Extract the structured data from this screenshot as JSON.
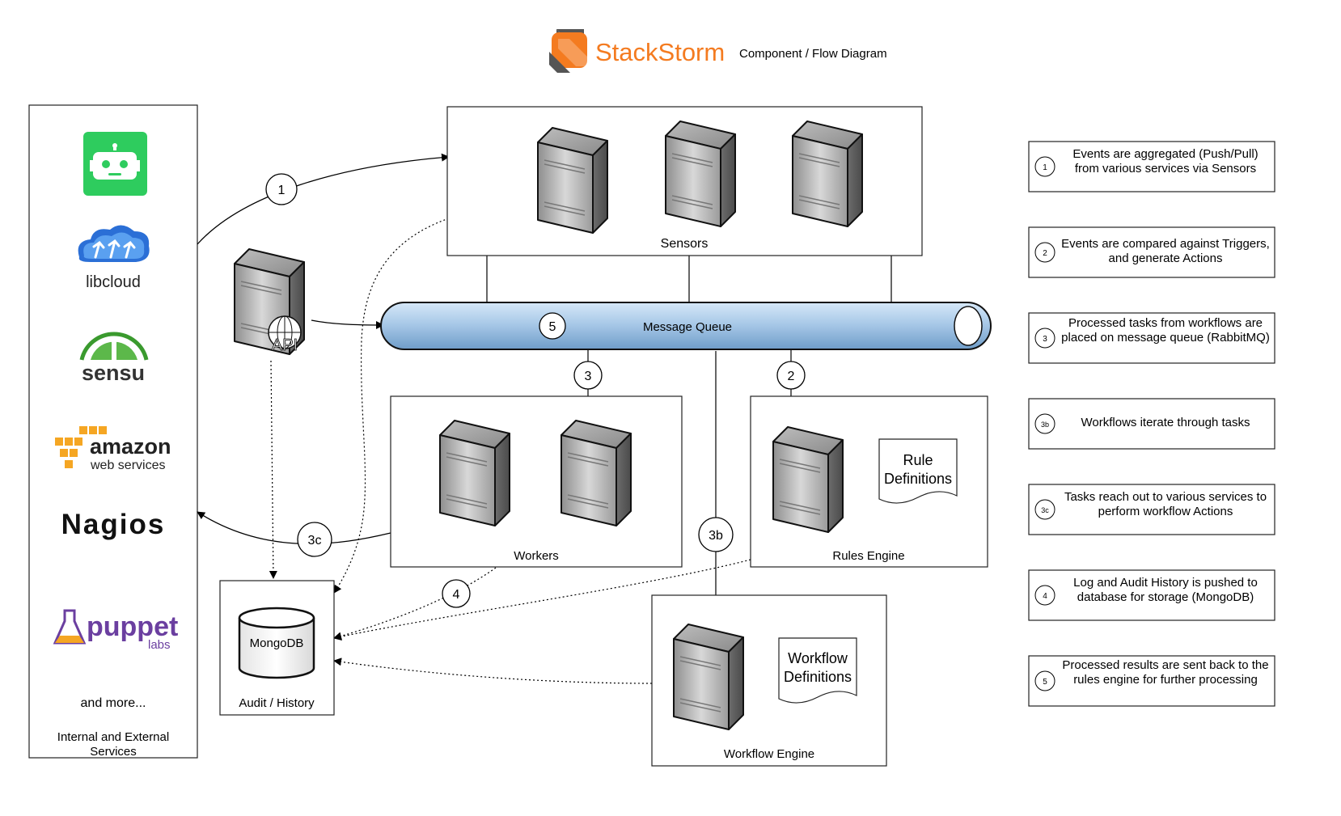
{
  "header": {
    "brand": "StackStorm",
    "subtitle": "Component / Flow Diagram",
    "brand_color": "#f47b20",
    "brand_dark": "#4a4a4a"
  },
  "services_panel": {
    "services": [
      {
        "name": "Bot",
        "icon": "robot-icon"
      },
      {
        "name": "libcloud",
        "icon": "libcloud-icon"
      },
      {
        "name": "sensu",
        "icon": "sensu-icon"
      },
      {
        "name": "amazon",
        "sub": "web services",
        "icon": "aws-icon"
      },
      {
        "name": "Nagios",
        "icon": "nagios-icon"
      },
      {
        "name": "puppet",
        "sub": "labs",
        "icon": "puppet-icon"
      }
    ],
    "more": "and more...",
    "caption": "Internal and External Services"
  },
  "components": {
    "sensors": "Sensors",
    "message_queue": "Message Queue",
    "workers": "Workers",
    "rules_engine": "Rules Engine",
    "rule_definitions": "Rule Definitions",
    "workflow_engine": "Workflow Engine",
    "workflow_definitions": "Workflow Definitions",
    "mongodb": "MongoDB",
    "audit_history": "Audit / History",
    "api": "API"
  },
  "flow_markers": {
    "m1": "1",
    "m2": "2",
    "m3": "3",
    "m3b": "3b",
    "m3c": "3c",
    "m4": "4",
    "m5": "5"
  },
  "legend": [
    {
      "step": "1",
      "text": "Events are aggregated (Push/Pull) from various services via Sensors"
    },
    {
      "step": "2",
      "text": "Events are compared against Triggers, and generate Actions"
    },
    {
      "step": "3",
      "text": "Processed tasks from workflows are placed on message queue (RabbitMQ)"
    },
    {
      "step": "3b",
      "text": "Workflows iterate through tasks"
    },
    {
      "step": "3c",
      "text": "Tasks reach out to various services to perform workflow Actions"
    },
    {
      "step": "4",
      "text": "Log and Audit History is pushed to database for storage (MongoDB)"
    },
    {
      "step": "5",
      "text": "Processed results are sent back to the rules engine for further processing"
    }
  ],
  "colors": {
    "queue_fill": "#a9c9e8",
    "queue_stroke": "#111111",
    "robot_green": "#2ecc5e",
    "libcloud_blue": "#2b6fd6",
    "sensu_green": "#3a9a2e",
    "aws_orange": "#f5a623",
    "puppet_purple": "#6b3fa0",
    "puppet_orange": "#f5a623"
  }
}
